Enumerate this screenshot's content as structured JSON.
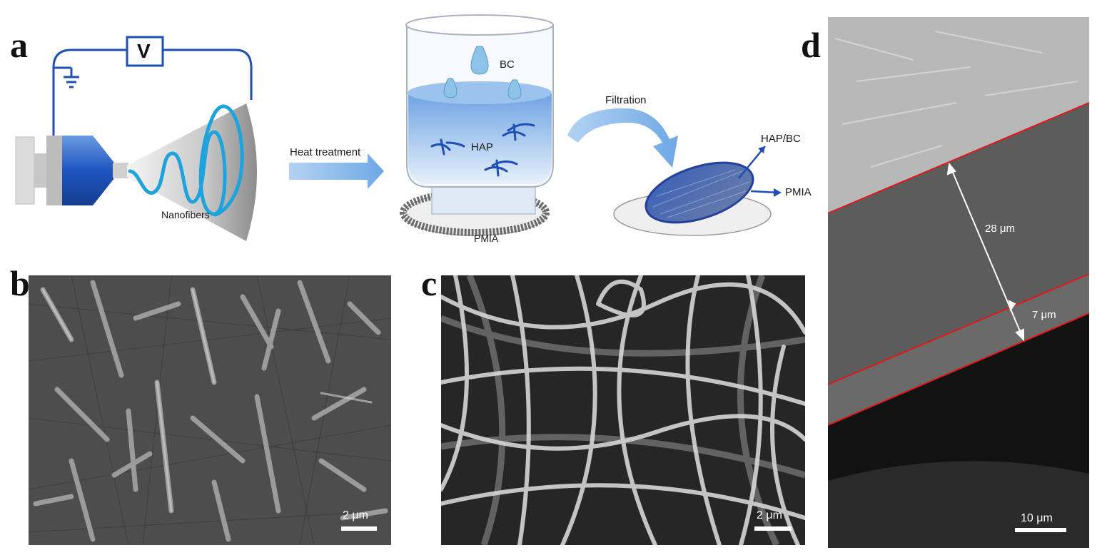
{
  "panels": {
    "a": {
      "letter": "a"
    },
    "b": {
      "letter": "b",
      "scale_label": "2 μm"
    },
    "c": {
      "letter": "c",
      "scale_label": "2 μm"
    },
    "d": {
      "letter": "d",
      "scale_label": "10 μm",
      "thickness_top": "28 μm",
      "thickness_bottom": "7 μm"
    }
  },
  "schematic": {
    "voltage_symbol": "V",
    "nanofibers_label": "Nanofibers",
    "heat_label": "Heat treatment",
    "bc_label": "BC",
    "hap_label": "HAP",
    "pmia_base_label": "PMIA",
    "filtration_label": "Filtration",
    "hapbc_label": "HAP/BC",
    "pmia_label": "PMIA"
  },
  "colors": {
    "blue_dark": "#1f4fb0",
    "blue_mid": "#3f7fd6",
    "blue_light": "#a9cdf0",
    "fiber_cyan": "#1fa3dc",
    "arrow_blue": "#8fbde8",
    "red_line": "#e01818"
  }
}
